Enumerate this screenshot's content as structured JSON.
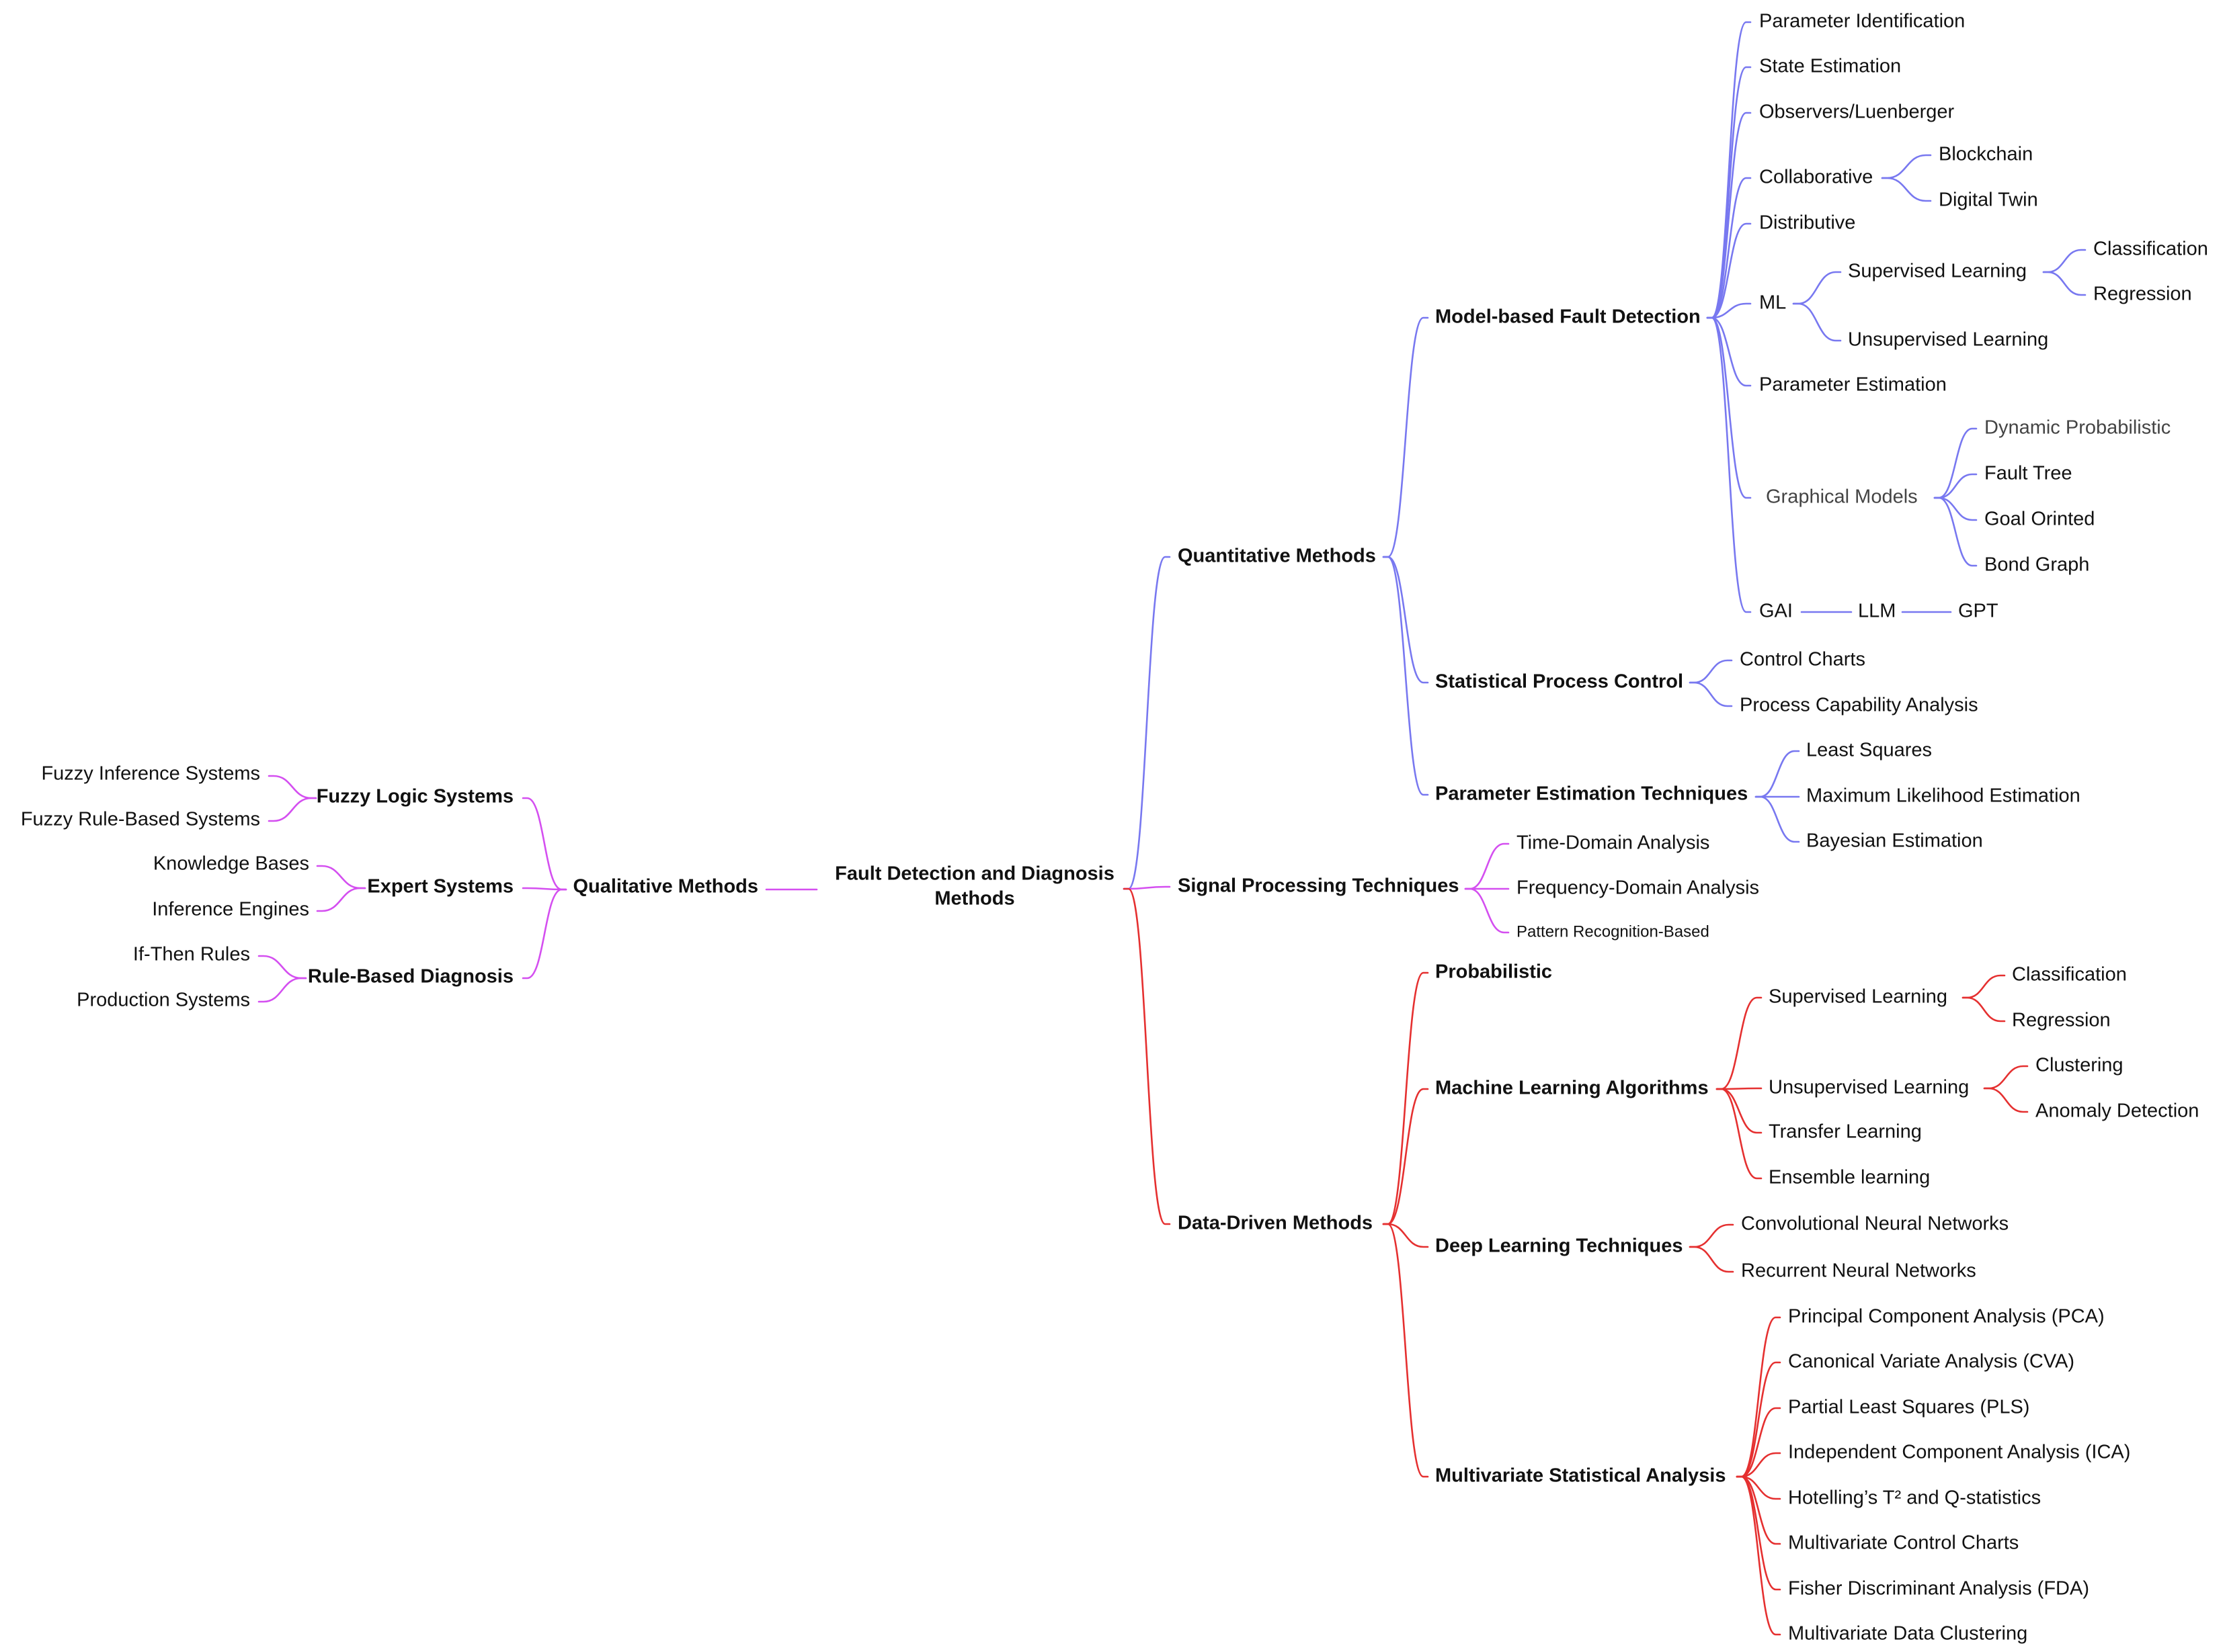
{
  "colors": {
    "blue": "#7878f0",
    "magenta": "#d44ff0",
    "red": "#e53030"
  },
  "root": {
    "line1": "Fault Detection and Diagnosis",
    "line2": "Methods"
  },
  "qualitative": {
    "label": "Qualitative Methods",
    "fuzzy": {
      "label": "Fuzzy Logic Systems",
      "items": [
        "Fuzzy Inference Systems",
        "Fuzzy Rule-Based Systems"
      ]
    },
    "expert": {
      "label": "Expert Systems",
      "items": [
        "Knowledge Bases",
        "Inference Engines"
      ]
    },
    "rule": {
      "label": "Rule-Based Diagnosis",
      "items": [
        "If-Then Rules",
        "Production Systems"
      ]
    }
  },
  "quantitative": {
    "label": "Quantitative Methods",
    "model": {
      "label": "Model-based Fault Detection",
      "param_id": "Parameter Identification",
      "state_est": "State Estimation",
      "observers": "Observers/Luenberger",
      "collab": {
        "label": "Collaborative",
        "items": [
          "Blockchain",
          "Digital Twin"
        ]
      },
      "distributive": "Distributive",
      "ml": {
        "label": "ML",
        "supervised": {
          "label": "Supervised Learning",
          "items": [
            "Classification",
            "Regression"
          ]
        },
        "unsupervised": "Unsupervised Learning"
      },
      "param_est": "Parameter Estimation",
      "graphical": {
        "label": "Graphical Models",
        "items": [
          "Dynamic Probabilistic",
          "Fault Tree",
          "Goal Orinted",
          "Bond Graph"
        ]
      },
      "gai": {
        "label": "GAI",
        "llm": "LLM",
        "gpt": "GPT"
      }
    },
    "spc": {
      "label": "Statistical Process Control",
      "items": [
        "Control Charts",
        "Process Capability Analysis"
      ]
    },
    "pet": {
      "label": "Parameter Estimation Techniques",
      "items": [
        "Least Squares",
        "Maximum Likelihood Estimation",
        "Bayesian Estimation"
      ]
    }
  },
  "signal": {
    "label": "Signal Processing Techniques",
    "items": [
      "Time-Domain Analysis",
      "Frequency-Domain Analysis",
      "Pattern Recognition-Based"
    ]
  },
  "datadriven": {
    "label": "Data-Driven Methods",
    "probabilistic": "Probabilistic",
    "mla": {
      "label": "Machine Learning Algorithms",
      "supervised": {
        "label": "Supervised Learning",
        "items": [
          "Classification",
          "Regression"
        ]
      },
      "unsupervised": {
        "label": "Unsupervised Learning",
        "items": [
          "Clustering",
          "Anomaly Detection"
        ]
      },
      "transfer": "Transfer Learning",
      "ensemble": "Ensemble learning"
    },
    "dlt": {
      "label": "Deep Learning Techniques",
      "items": [
        "Convolutional Neural Networks",
        "Recurrent Neural Networks"
      ]
    },
    "msa": {
      "label": "Multivariate Statistical Analysis",
      "items": [
        "Principal Component Analysis (PCA)",
        "Canonical Variate Analysis (CVA)",
        "Partial Least Squares (PLS)",
        "Independent Component Analysis (ICA)",
        "Hotelling’s T² and Q-statistics",
        "Multivariate Control Charts",
        "Fisher Discriminant Analysis (FDA)",
        "Multivariate Data Clustering"
      ]
    }
  }
}
